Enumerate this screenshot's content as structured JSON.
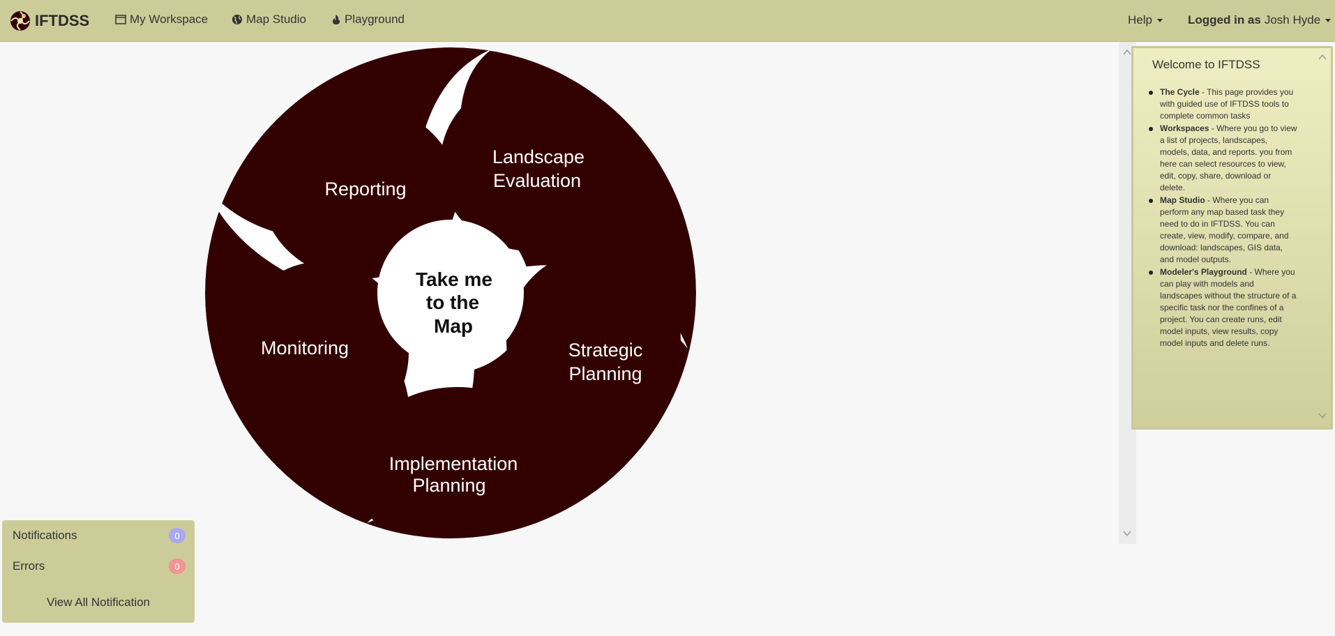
{
  "navbar": {
    "brand": "IFTDSS",
    "links": [
      {
        "label": "My Workspace",
        "icon": "window-icon"
      },
      {
        "label": "Map Studio",
        "icon": "globe-icon"
      },
      {
        "label": "Playground",
        "icon": "fire-icon"
      }
    ],
    "help": "Help",
    "user_prefix": "Logged in as",
    "user_name": "Josh Hyde"
  },
  "cycle": {
    "center": [
      "Take me",
      "to the",
      "Map"
    ],
    "segments": {
      "landscape": [
        "Landscape",
        "Evaluation"
      ],
      "reporting": [
        "Reporting"
      ],
      "monitoring": [
        "Monitoring"
      ],
      "strategic": [
        "Strategic",
        "Planning"
      ],
      "implementation": [
        "Implementation",
        "Planning"
      ]
    },
    "color": "#330000"
  },
  "welcome": {
    "title": "Welcome to IFTDSS",
    "items": [
      {
        "term": "The Cycle",
        "text": " - This page provides you with guided use of IFTDSS tools to complete common tasks"
      },
      {
        "term": "Workspaces",
        "text": " - Where you go to view a list of projects, landscapes, models, data, and reports. you from here can select resources to view, edit, copy, share, download or delete."
      },
      {
        "term": "Map Studio",
        "text": " - Where you can perform any map based task they need to do in IFTDSS. You can create, view, modify, compare, and download: landscapes, GIS data, and model outputs."
      },
      {
        "term": "Modeler's Playground",
        "text": " - Where you can play with models and landscapes without the structure of a specific task nor the confines of a project. You can create runs, edit model inputs, view results, copy model inputs and delete runs."
      }
    ]
  },
  "notifications": {
    "notifications_label": "Notifications",
    "notifications_count": "0",
    "errors_label": "Errors",
    "errors_count": "0",
    "view_all": "View All Notification"
  }
}
